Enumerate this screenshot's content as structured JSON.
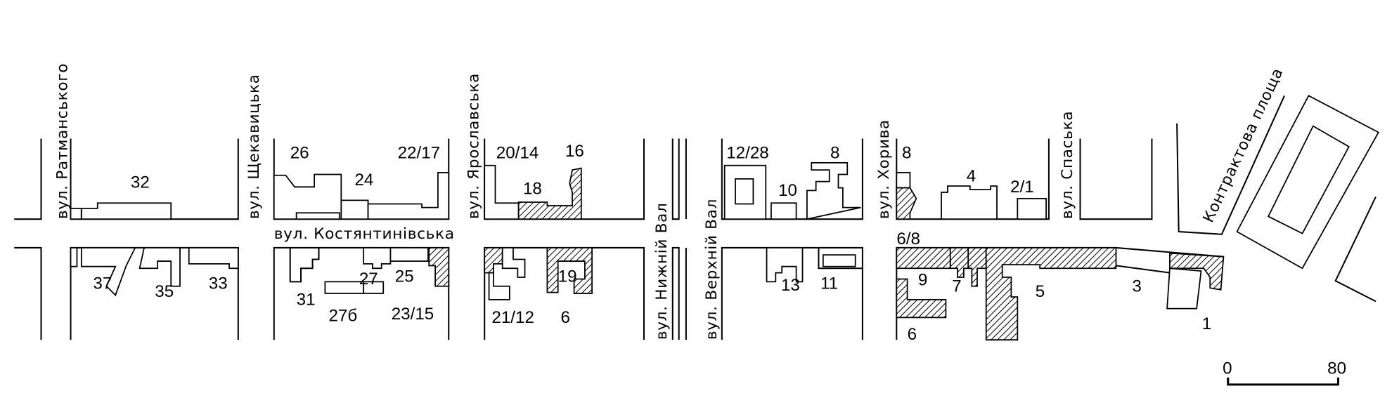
{
  "streets": {
    "ratmanskoho": "вул. Ратманського",
    "shchekavytska": "вул. Щекавицька",
    "yaroslavska": "вул. Ярославська",
    "nyzhnii_val": "вул. Нижній Вал",
    "verkhnii_val": "вул. Верхній Вал",
    "khoryva": "вул. Хорива",
    "spaska": "вул. Спаська",
    "kostiantynivska": "вул. Костянтинівська",
    "kontraktova": "Контрактова площа"
  },
  "buildings": {
    "n32": "32",
    "n26": "26",
    "n24": "24",
    "n22_17": "22/17",
    "n20_14": "20/14",
    "n16": "16",
    "n18": "18",
    "n12_28": "12/28",
    "n10": "10",
    "n8a": "8",
    "n8b": "8",
    "n4": "4",
    "n2_1": "2/1",
    "n6_8": "6/8",
    "n37": "37",
    "n35": "35",
    "n33": "33",
    "n27": "27",
    "n25": "25",
    "n31": "31",
    "n27b": "27б",
    "n23_15": "23/15",
    "n19": "19",
    "n21_12": "21/12",
    "n6a": "6",
    "n13": "13",
    "n11": "11",
    "n9": "9",
    "n7": "7",
    "n5": "5",
    "n3": "3",
    "n6b": "6",
    "n1": "1"
  },
  "scale_bar": {
    "start": "0",
    "end": "80"
  }
}
